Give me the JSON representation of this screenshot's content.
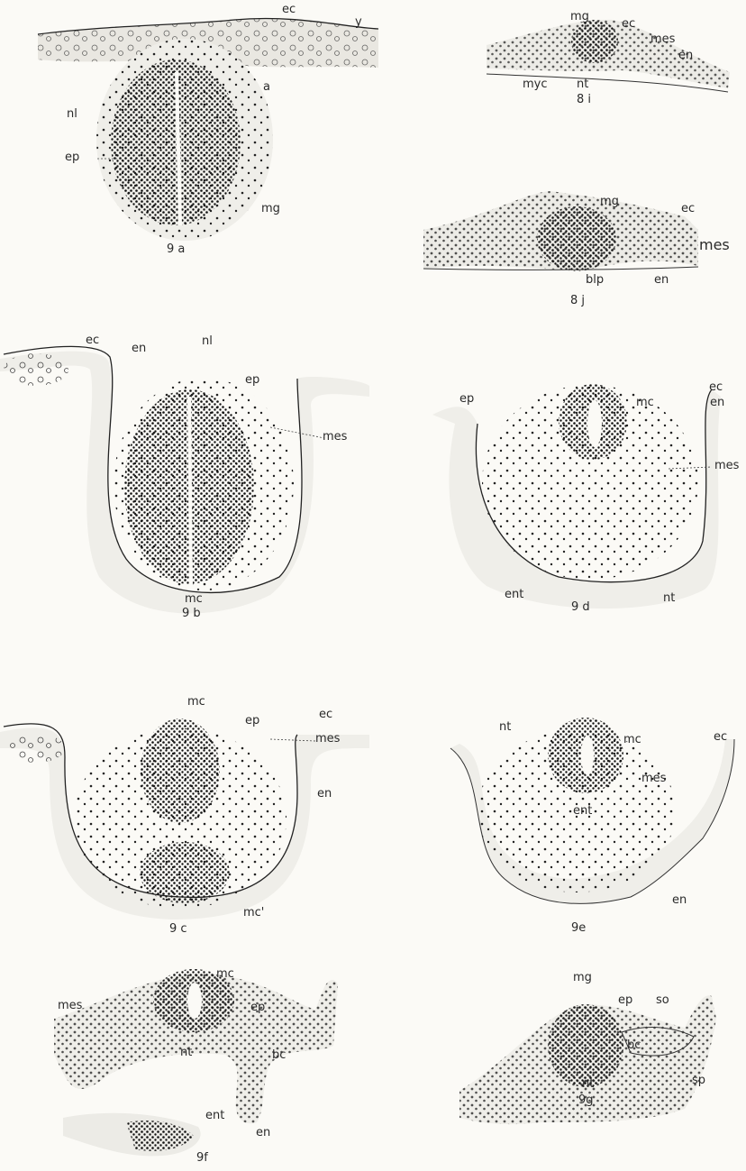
{
  "figures": {
    "fig_9a": {
      "caption": "9 a",
      "labels": {
        "ec": "ec",
        "y": "y",
        "nl": "nl",
        "ep": "ep",
        "a": "a",
        "mg": "mg"
      }
    },
    "fig_8i": {
      "caption": "8 i",
      "labels": {
        "mg": "mg",
        "ec": "ec",
        "mes": "mes",
        "en": "en",
        "myc": "myc",
        "nt": "nt"
      }
    },
    "fig_8j": {
      "caption": "8 j",
      "labels": {
        "mg": "mg",
        "ec": "ec",
        "mes": "mes",
        "blp": "blp",
        "en": "en"
      }
    },
    "fig_9b": {
      "caption": "9 b",
      "labels": {
        "ec": "ec",
        "en": "en",
        "nl": "nl",
        "ep": "ep",
        "mes": "mes",
        "mc": "mc"
      }
    },
    "fig_9d": {
      "caption": "9 d",
      "labels": {
        "ep": "ep",
        "mc": "mc",
        "ec": "ec",
        "en": "en",
        "mes": "mes",
        "ent": "ent",
        "nt": "nt"
      }
    },
    "fig_9c": {
      "caption": "9 c",
      "labels": {
        "mc": "mc",
        "ec": "ec",
        "ep": "ep",
        "mes": "mes",
        "en": "en",
        "mc_prime": "mc'"
      }
    },
    "fig_9e": {
      "caption": "9e",
      "labels": {
        "nt": "nt",
        "mc": "mc",
        "ec": "ec",
        "mes": "mes",
        "ent": "ent",
        "en": "en"
      }
    },
    "fig_9f": {
      "caption": "9f",
      "labels": {
        "mc": "mc",
        "mes": "mes",
        "ep": "ep",
        "nt": "nt",
        "bc": "bc",
        "ent": "ent",
        "en": "en"
      }
    },
    "fig_9g": {
      "caption": "9g",
      "labels": {
        "mg": "mg",
        "ep": "ep",
        "so": "so",
        "bc": "bc",
        "nt": "nt",
        "sp": "sp"
      }
    }
  }
}
